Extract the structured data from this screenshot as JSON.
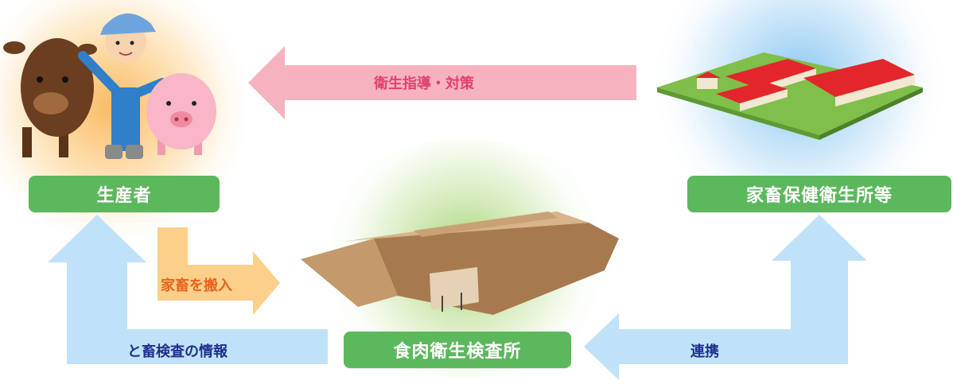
{
  "nodes": {
    "producer": "生産者",
    "livestock_office": "家畜保健衛生所等",
    "meat_inspection": "食肉衛生検査所"
  },
  "arrows": {
    "guidance": "衛生指導・対策",
    "bring_in": "家畜を搬入",
    "inspection_info": "と畜検査の情報",
    "cooperation": "連携"
  },
  "colors": {
    "label_green": "#5cb85c",
    "guidance_arrow": "#f6b3bf",
    "bring_arrow": "#fccf8a",
    "info_arrow": "#bfe2f8"
  }
}
